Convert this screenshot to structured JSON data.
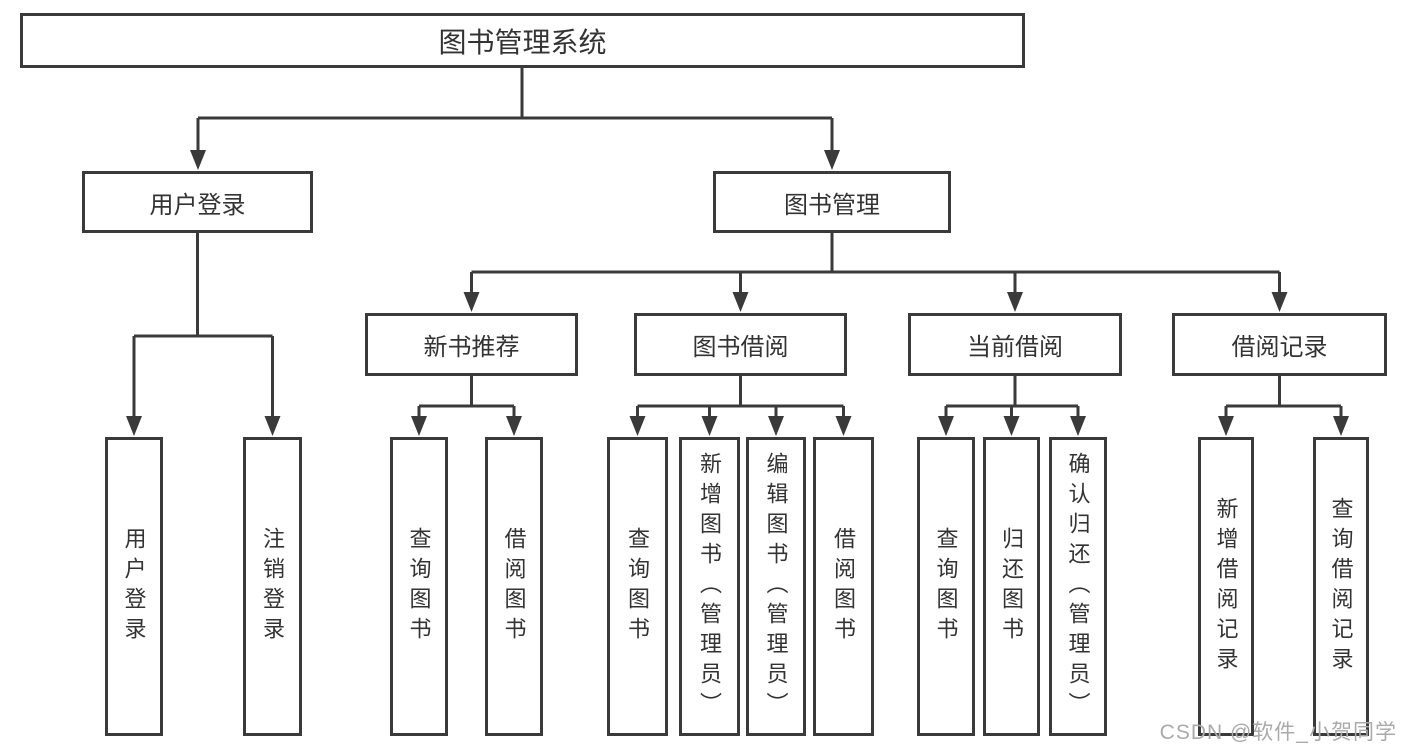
{
  "colors": {
    "line": "#3a3a3a",
    "border": "#3a3a3a",
    "text": "#333333",
    "watermark": "#aaaaaa",
    "bg": "#ffffff"
  },
  "tree": {
    "root": "图书管理系统",
    "branches": [
      {
        "label": "用户登录",
        "children": [
          {
            "label": "用户登录"
          },
          {
            "label": "注销登录"
          }
        ]
      },
      {
        "label": "图书管理",
        "children": [
          {
            "label": "新书推荐",
            "children": [
              {
                "label": "查询图书"
              },
              {
                "label": "借阅图书"
              }
            ]
          },
          {
            "label": "图书借阅",
            "children": [
              {
                "label": "查询图书"
              },
              {
                "label": "新增图书（管理员）"
              },
              {
                "label": "编辑图书（管理员）"
              },
              {
                "label": "借阅图书"
              }
            ]
          },
          {
            "label": "当前借阅",
            "children": [
              {
                "label": "查询图书"
              },
              {
                "label": "归还图书"
              },
              {
                "label": "确认归还（管理员）"
              }
            ]
          },
          {
            "label": "借阅记录",
            "children": [
              {
                "label": "新增借阅记录"
              },
              {
                "label": "查询借阅记录"
              }
            ]
          }
        ]
      }
    ]
  },
  "watermark": {
    "text": "CSDN @软件_小贺同学"
  }
}
